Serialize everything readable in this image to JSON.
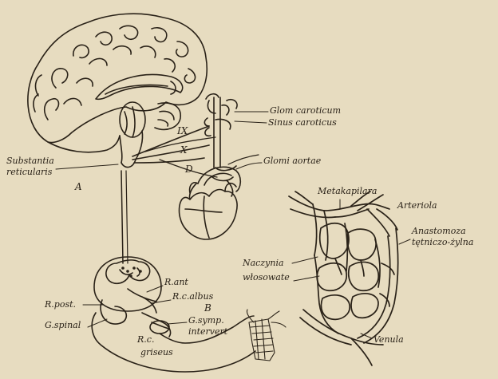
{
  "labels": {
    "glom_caroticum": "Glom caroticum",
    "sinus_caroticus": "Sinus caroticus",
    "glomi_aortae": "Glomi aortae",
    "substantia": "Substantia",
    "reticularis": "reticularis",
    "letter_a": "A",
    "nerve_ix": "IX",
    "nerve_x": "X",
    "letter_d": "D",
    "metakapilara": "Metakapilara",
    "arteriola": "Arteriola",
    "anastomoza": "Anastomoza",
    "tetniczo_zylna": "tętniczo-żylna",
    "naczynia": "Naczynia",
    "wlosowate": "włosowate",
    "venula": "Venula",
    "r_ant": "R.ant",
    "r_c_albus": "R.c.albus",
    "letter_b": "B",
    "r_post": "R.post.",
    "g_spinal": "G.spinal",
    "g_symp": "G.symp.",
    "intervert": "intervert",
    "r_c": "R.c.",
    "griseus": "griseus"
  }
}
